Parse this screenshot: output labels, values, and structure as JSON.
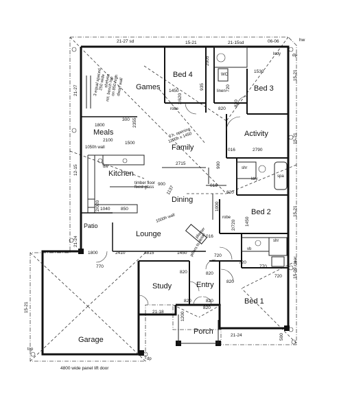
{
  "rooms": {
    "games": "Games",
    "bed4": "Bed 4",
    "bed3": "Bed 3",
    "meals": "Meals",
    "activity": "Activity",
    "family": "Family",
    "kitchen": "Kitchen",
    "dining": "Dining",
    "bed2": "Bed 2",
    "lounge": "Lounge",
    "study": "Study",
    "entry": "Entry",
    "bed1": "Bed 1",
    "garage": "Garage",
    "porch": "Porch",
    "patio": "Patio"
  },
  "fixtures": {
    "robe_bed4": "robe",
    "linen": "linen",
    "robe_bed2": "robe",
    "shr_top": "shr",
    "shr_mid": "shr",
    "spa": "spa",
    "wc": "WC",
    "vb": "vb",
    "lndy": "lndy",
    "ldry": "ldry",
    "planter": "planter",
    "dw": "dw"
  },
  "notes": {
    "top_length": "21-27 sd",
    "top_mid": "15-21",
    "top_right_a": "21-15sd",
    "top_right_b": "06-06",
    "hw": "hw",
    "dp": "dp",
    "games_note_a": "3 equal spaced",
    "games_note_b": "250 wide",
    "games_note_c": "shelves",
    "bench_a": "ret. bench top",
    "bench_b": "on 850 high",
    "bench_c": "dwarf wall",
    "ft_opening": "f.h. opening",
    "ft_opening_b": "1100h x 1450",
    "wall_1050": "1050h wall",
    "wall_1500": "1500h wall",
    "fixed_glass": "fixed glass",
    "timber_floor": "timber floor",
    "pillars_note": "pillars to detail",
    "garage_door": "4800 wide panel lift door",
    "left_2124": "21-24",
    "left_1215": "12-15",
    "left_2127": "21-27",
    "right_1521_a": "15-21",
    "right_1521_b": "15-21",
    "right_1521_c": "15-21",
    "right_1509": "15-09 clear",
    "garage_1521": "15-21",
    "porch_2118": "21-18",
    "porch_2124": "21-24",
    "top_label": "top",
    "dp_bottom": "dp"
  },
  "dims": {
    "d2005": "2005",
    "d1530": "1530",
    "d1450": "1450",
    "d2620": "2/620",
    "d935": "935",
    "d720_a": "720",
    "d820_a": "820",
    "d820_b": "820",
    "d300": "300",
    "d1800": "1800",
    "d2100": "2100",
    "d1500": "1500",
    "d2355": "2355",
    "d2715": "2715",
    "d900_a": "900",
    "d900_b": "900",
    "d1137": "1137",
    "d850": "850",
    "d1040": "1040",
    "d2790": "2790",
    "d016_a": "016",
    "d016_b": "016",
    "d016_c": "016",
    "d2020": "2/020",
    "d1000": "1000",
    "d1450_b": "1450",
    "d820_c": "820",
    "d1800_b": "1800",
    "d2410": "2410",
    "d4815": "4815",
    "d1450_c": "1450",
    "d770_a": "770",
    "d820_d": "820",
    "d720_b": "720",
    "d720_c": "720",
    "d820_e": "820",
    "d720_d": "720",
    "d1200": "1200",
    "d820_f": "820",
    "d820_g": "820",
    "d500": "500",
    "d770_b": "770",
    "d2_720": "2/720",
    "d820_h": "820",
    "d820_i": "820"
  }
}
